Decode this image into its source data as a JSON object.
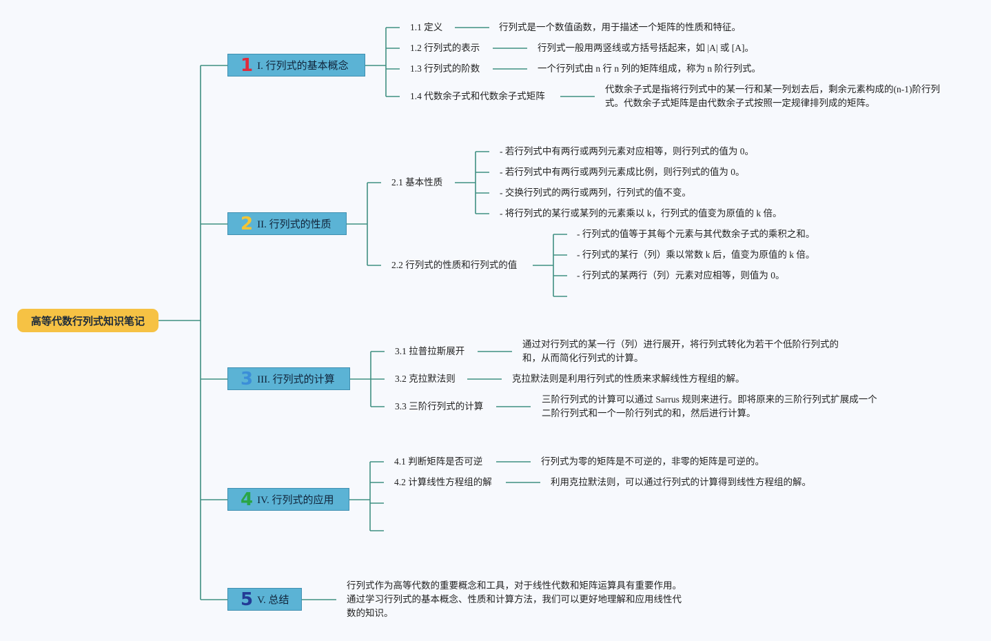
{
  "root": {
    "label": "高等代数行列式知识笔记"
  },
  "colors": {
    "num1": "#e02b3c",
    "num2": "#f4c536",
    "num3": "#3b8ed8",
    "num4": "#2aa546",
    "num5": "#233b96"
  },
  "s1": {
    "num": "1",
    "title": "I. 行列式的基本概念",
    "t1": "1.1 定义",
    "d1": "行列式是一个数值函数，用于描述一个矩阵的性质和特征。",
    "t2": "1.2 行列式的表示",
    "d2": "行列式一般用两竖线或方括号括起来，如 |A| 或 [A]。",
    "t3": "1.3 行列式的阶数",
    "d3": "一个行列式由 n 行 n 列的矩阵组成，称为 n 阶行列式。",
    "t4": "1.4 代数余子式和代数余子式矩阵",
    "d4": "代数余子式是指将行列式中的某一行和某一列划去后，剩余元素构成的(n-1)阶行列式。代数余子式矩阵是由代数余子式按照一定规律排列成的矩阵。"
  },
  "s2": {
    "num": "2",
    "title": "II. 行列式的性质",
    "t1": "2.1 基本性质",
    "p1": "- 若行列式中有两行或两列元素对应相等，则行列式的值为 0。",
    "p2": "- 若行列式中有两行或两列元素成比例，则行列式的值为 0。",
    "p3": "- 交换行列式的两行或两列，行列式的值不变。",
    "p4": "- 将行列式的某行或某列的元素乘以 k，行列式的值变为原值的 k 倍。",
    "t2": "2.2 行列式的性质和行列式的值",
    "q1": "- 行列式的值等于其每个元素与其代数余子式的乘积之和。",
    "q2": "- 行列式的某行（列）乘以常数 k 后，值变为原值的 k 倍。",
    "q3": "- 行列式的某两行（列）元素对应相等，则值为 0。"
  },
  "s3": {
    "num": "3",
    "title": "III. 行列式的计算",
    "t1": "3.1 拉普拉斯展开",
    "d1": "通过对行列式的某一行（列）进行展开，将行列式转化为若干个低阶行列式的和，从而简化行列式的计算。",
    "t2": "3.2 克拉默法则",
    "d2": "克拉默法则是利用行列式的性质来求解线性方程组的解。",
    "t3": "3.3 三阶行列式的计算",
    "d3": "三阶行列式的计算可以通过 Sarrus 规则来进行。即将原来的三阶行列式扩展成一个二阶行列式和一个一阶行列式的和，然后进行计算。"
  },
  "s4": {
    "num": "4",
    "title": "IV. 行列式的应用",
    "t1": "4.1 判断矩阵是否可逆",
    "d1": "行列式为零的矩阵是不可逆的，非零的矩阵是可逆的。",
    "t2": "4.2 计算线性方程组的解",
    "d2": "利用克拉默法则，可以通过行列式的计算得到线性方程组的解。"
  },
  "s5": {
    "num": "5",
    "title": "V. 总结",
    "d1": "行列式作为高等代数的重要概念和工具，对于线性代数和矩阵运算具有重要作用。通过学习行列式的基本概念、性质和计算方法，我们可以更好地理解和应用线性代数的知识。"
  }
}
